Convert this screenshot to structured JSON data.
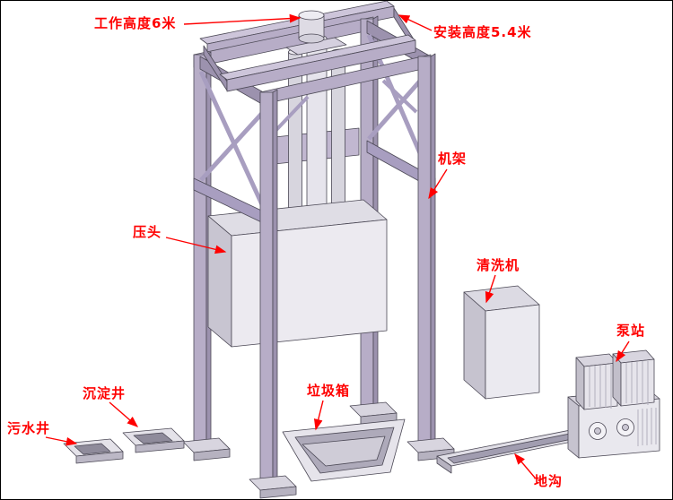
{
  "annotations": {
    "work_height": "工作高度6米",
    "install_height": "安装高度5.4米",
    "frame": "机架",
    "press_head": "压头",
    "washing_machine": "清洗机",
    "pump_station": "泵站",
    "settling_well": "沉淀井",
    "sewage_well": "污水井",
    "garbage_bin": "垃圾箱",
    "trench": "地沟"
  },
  "colors": {
    "annotation_text": "#ff0000",
    "arrow": "#ff0000",
    "frame_fill": "#b7adc7",
    "frame_side": "#9c92ae",
    "frame_light": "#cdc5da",
    "metal_light": "#ecebf1",
    "metal_mid": "#d9d7e0",
    "metal_dark": "#bdbac6",
    "pit_hole": "#8f8b9b",
    "outline": "#4c4956",
    "background": "#ffffff"
  }
}
